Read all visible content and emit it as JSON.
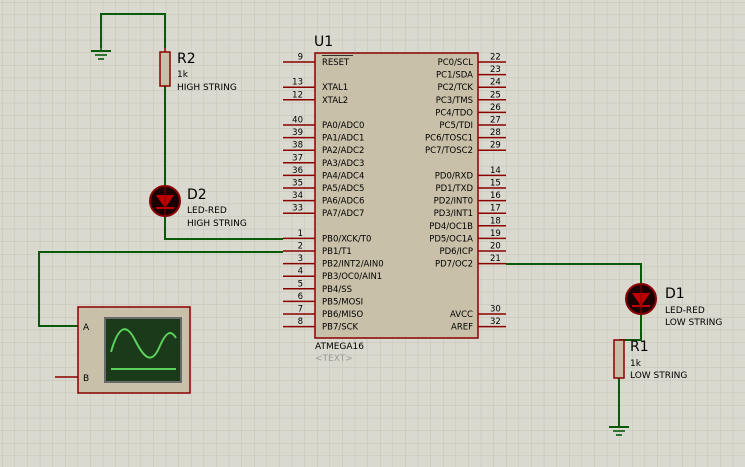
{
  "theme": {
    "background": "#d9d9cf",
    "grid_minor": "#c4c4b8",
    "wire": "#0a5a0a",
    "component_body": "#c8c0a8",
    "component_outline": "#8a0000",
    "pin": "#8a0000",
    "label_text": "#000000",
    "ref_text": "#000000",
    "led_fill": "#1a0000",
    "scope_screen": "#1a3a1a",
    "scope_trace": "#5cd05c"
  },
  "mcu": {
    "ref": "U1",
    "part": "ATMEGA16",
    "text_placeholder": "<TEXT>",
    "left_pins": [
      {
        "num": "9",
        "name": "RESET",
        "overline": true
      },
      {
        "num": "13",
        "name": "XTAL1"
      },
      {
        "num": "12",
        "name": "XTAL2"
      },
      {
        "num": "40",
        "name": "PA0/ADC0"
      },
      {
        "num": "39",
        "name": "PA1/ADC1"
      },
      {
        "num": "38",
        "name": "PA2/ADC2"
      },
      {
        "num": "37",
        "name": "PA3/ADC3"
      },
      {
        "num": "36",
        "name": "PA4/ADC4"
      },
      {
        "num": "35",
        "name": "PA5/ADC5"
      },
      {
        "num": "34",
        "name": "PA6/ADC6"
      },
      {
        "num": "33",
        "name": "PA7/ADC7"
      },
      {
        "num": "1",
        "name": "PB0/XCK/T0"
      },
      {
        "num": "2",
        "name": "PB1/T1"
      },
      {
        "num": "3",
        "name": "PB2/INT2/AIN0"
      },
      {
        "num": "4",
        "name": "PB3/OC0/AIN1"
      },
      {
        "num": "5",
        "name": "PB4/SS",
        "overline_part": "SS"
      },
      {
        "num": "6",
        "name": "PB5/MOSI"
      },
      {
        "num": "7",
        "name": "PB6/MISO"
      },
      {
        "num": "8",
        "name": "PB7/SCK"
      }
    ],
    "right_pins": [
      {
        "num": "22",
        "name": "PC0/SCL"
      },
      {
        "num": "23",
        "name": "PC1/SDA"
      },
      {
        "num": "24",
        "name": "PC2/TCK"
      },
      {
        "num": "25",
        "name": "PC3/TMS"
      },
      {
        "num": "26",
        "name": "PC4/TDO"
      },
      {
        "num": "27",
        "name": "PC5/TDI"
      },
      {
        "num": "28",
        "name": "PC6/TOSC1"
      },
      {
        "num": "29",
        "name": "PC7/TOSC2"
      },
      {
        "num": "14",
        "name": "PD0/RXD"
      },
      {
        "num": "15",
        "name": "PD1/TXD"
      },
      {
        "num": "16",
        "name": "PD2/INT0"
      },
      {
        "num": "17",
        "name": "PD3/INT1"
      },
      {
        "num": "18",
        "name": "PD4/OC1B"
      },
      {
        "num": "19",
        "name": "PD5/OC1A"
      },
      {
        "num": "20",
        "name": "PD6/ICP"
      },
      {
        "num": "21",
        "name": "PD7/OC2"
      },
      {
        "num": "30",
        "name": "AVCC"
      },
      {
        "num": "32",
        "name": "AREF"
      }
    ]
  },
  "r2": {
    "ref": "R2",
    "value": "1k",
    "desc": "HIGH STRING"
  },
  "d2": {
    "ref": "D2",
    "value": "LED-RED",
    "desc": "HIGH STRING"
  },
  "d1": {
    "ref": "D1",
    "value": "LED-RED",
    "desc": "LOW STRING"
  },
  "r1": {
    "ref": "R1",
    "value": "1k",
    "desc": "LOW STRING"
  },
  "scope": {
    "channel_a": "A",
    "channel_b": "B"
  }
}
